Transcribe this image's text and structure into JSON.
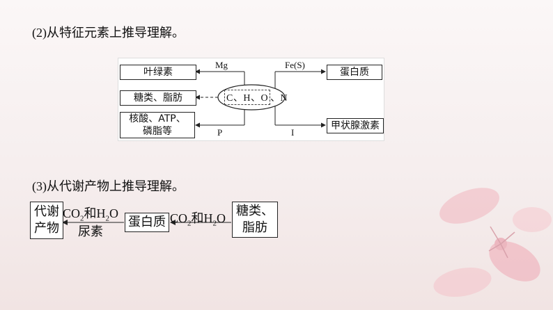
{
  "headings": {
    "section2": "(2)从特征元素上推导理解。",
    "section3": "(3)从代谢产物上推导理解。"
  },
  "diagram": {
    "left_boxes": [
      "叶绿素",
      "糖类、脂肪",
      "核酸、ATP、磷脂等"
    ],
    "right_boxes": [
      "蛋白质",
      "甲状腺激素"
    ],
    "center": {
      "dashed_group": "C、H、O",
      "extra": "、N"
    },
    "arrow_labels": {
      "mg": "Mg",
      "fe": "Fe(S)",
      "p": "P",
      "i": "I"
    }
  },
  "flow": {
    "box1": "代谢产物",
    "left_top": {
      "pre": "CO",
      "sub": "2",
      "mid": "和H",
      "sub2": "2",
      "post": "O"
    },
    "left_bottom": "尿素",
    "box2": "蛋白质",
    "right": {
      "pre": "CO",
      "sub": "2",
      "mid": "和H",
      "sub2": "2",
      "post": "O"
    },
    "box3": "糖类、脂肪"
  }
}
